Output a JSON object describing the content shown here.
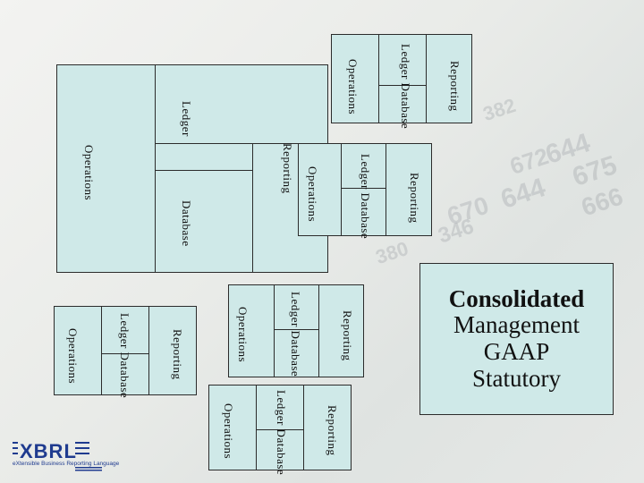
{
  "labels": {
    "reporting": "Reporting",
    "ledger_database": "Ledger Database",
    "operations": "Operations",
    "ledger": "Ledger",
    "database": "Database"
  },
  "legend": {
    "items": [
      "Consolidated",
      "Management",
      "GAAP",
      "Statutory"
    ]
  },
  "colors": {
    "box_fill": "#cfe9e8",
    "border": "#2b2b2b"
  },
  "logo": {
    "name": "XBRL",
    "tagline": "eXtensible Business Reporting Language"
  }
}
